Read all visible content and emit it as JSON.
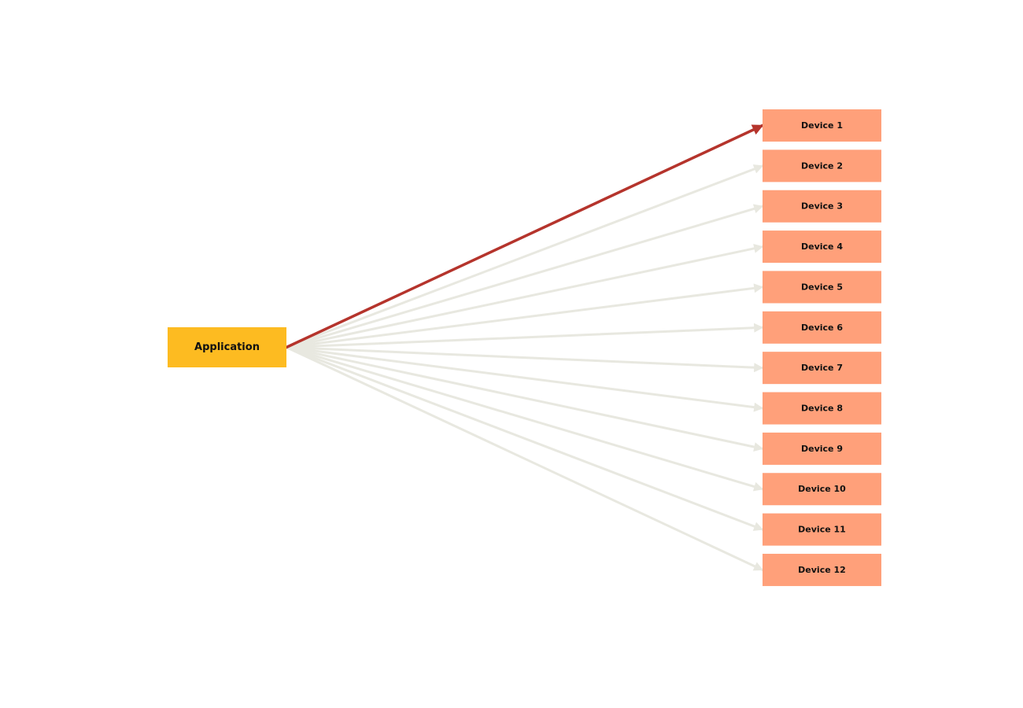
{
  "diagram": {
    "source": {
      "label": "Application",
      "color": "#fdbb21"
    },
    "devices": [
      {
        "label": "Device 1"
      },
      {
        "label": "Device 2"
      },
      {
        "label": "Device 3"
      },
      {
        "label": "Device 4"
      },
      {
        "label": "Device 5"
      },
      {
        "label": "Device 6"
      },
      {
        "label": "Device 7"
      },
      {
        "label": "Device 8"
      },
      {
        "label": "Device 9"
      },
      {
        "label": "Device 10"
      },
      {
        "label": "Device 11"
      },
      {
        "label": "Device 12"
      }
    ],
    "device_color": "#ffa07a",
    "highlighted_device": 0,
    "highlight_edge_color": "#b5342c",
    "dim_edge_color": "#e8e8e0"
  }
}
